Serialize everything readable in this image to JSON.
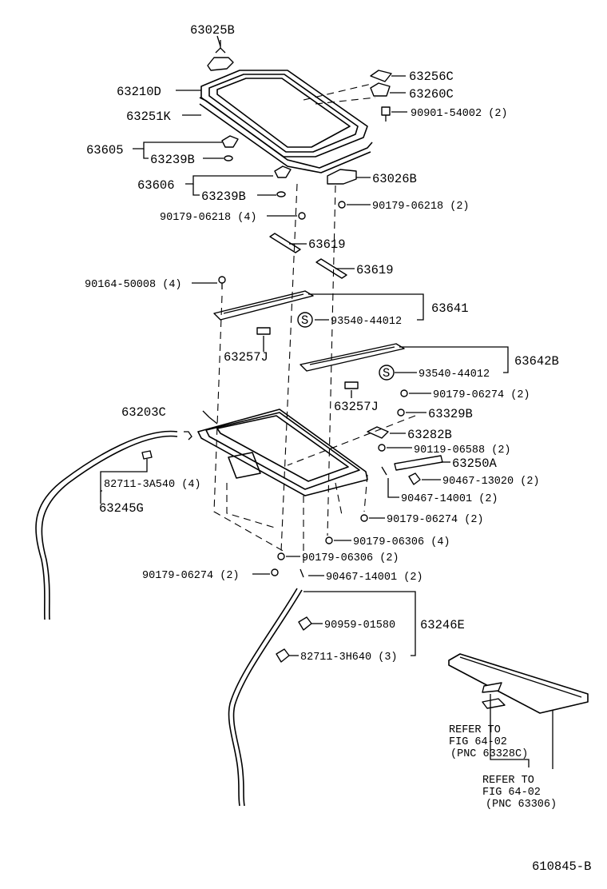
{
  "labels": {
    "p63025B": "63025B",
    "p63210D": "63210D",
    "p63256C": "63256C",
    "p63260C": "63260C",
    "p90901": "90901-54002 (2)",
    "p63251K": "63251K",
    "p63605": "63605",
    "p63239B_a": "63239B",
    "p63606": "63606",
    "p63239B_b": "63239B",
    "p63026B": "63026B",
    "p90179_06218_4": "90179-06218 (4)",
    "p90179_06218_2": "90179-06218 (2)",
    "p63619_a": "63619",
    "p63619_b": "63619",
    "p90164": "90164-50008 (4)",
    "p63641": "63641",
    "p93540_a": "93540-44012",
    "p63257J_a": "63257J",
    "p63642B": "63642B",
    "p93540_b": "93540-44012",
    "p90179_06274_2a": "90179-06274 (2)",
    "p63257J_b": "63257J",
    "p63203C": "63203C",
    "p63329B": "63329B",
    "p63282B": "63282B",
    "p90119": "90119-06588 (2)",
    "p63250A": "63250A",
    "p90467_13020": "90467-13020 (2)",
    "p82711_3A540": "82711-3A540 (4)",
    "p90467_14001_a": "90467-14001 (2)",
    "p63245G": "63245G",
    "p90179_06274_2b": "90179-06274 (2)",
    "p90179_06306_4": "90179-06306 (4)",
    "p90179_06306_2": "90179-06306 (2)",
    "p90179_06274_2c": "90179-06274 (2)",
    "p90467_14001_b": "90467-14001 (2)",
    "p90959": "90959-01580",
    "p63246E": "63246E",
    "p82711_3H640": "82711-3H640 (3)",
    "s_symbol_a": "S",
    "s_symbol_b": "S",
    "refer1_l1": "REFER TO",
    "refer1_l2": "FIG 64-02",
    "refer1_l3": "(PNC 63328C)",
    "refer2_l1": "REFER TO",
    "refer2_l2": "FIG 64-02",
    "refer2_l3": "(PNC 63306)",
    "figure_id": "610845-B"
  }
}
